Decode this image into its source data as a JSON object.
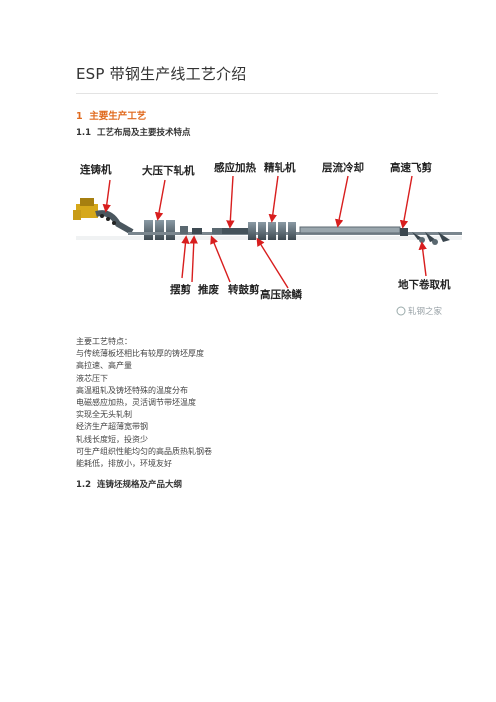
{
  "document": {
    "title": "ESP 带钢生产线工艺介绍",
    "section1": {
      "number": "1",
      "heading": "主要生产工艺"
    },
    "section1_1": {
      "number": "1.1",
      "heading": "工艺布局及主要技术特点"
    },
    "figure": {
      "labels_top": [
        "连铸机",
        "大压下轧机",
        "感应加热",
        "精轧机",
        "层流冷却",
        "高速飞剪"
      ],
      "labels_bottom": [
        "摆剪",
        "推废",
        "转鼓剪",
        "高压除鳞",
        "地下卷取机"
      ],
      "watermark": "轧钢之家"
    },
    "features_intro": "主要工艺特点：",
    "features": [
      "与传统薄板坯相比有较厚的铸坯厚度",
      "高拉速、高产量",
      "液芯压下",
      "高温粗轧及铸坯特殊的温度分布",
      "电磁感应加热，灵活调节带坯温度",
      "实现全无头轧制",
      "经济生产超薄宽带钢",
      "轧线长度短，投资少",
      "可生产组织性能均匀的高品质热轧钢卷",
      "能耗低，排放小，环境友好"
    ],
    "section1_2": {
      "number": "1.2",
      "heading": "连铸坯规格及产品大纲"
    },
    "colors": {
      "heading_accent": "#e06a1e",
      "arrow": "#d81e1e"
    }
  }
}
